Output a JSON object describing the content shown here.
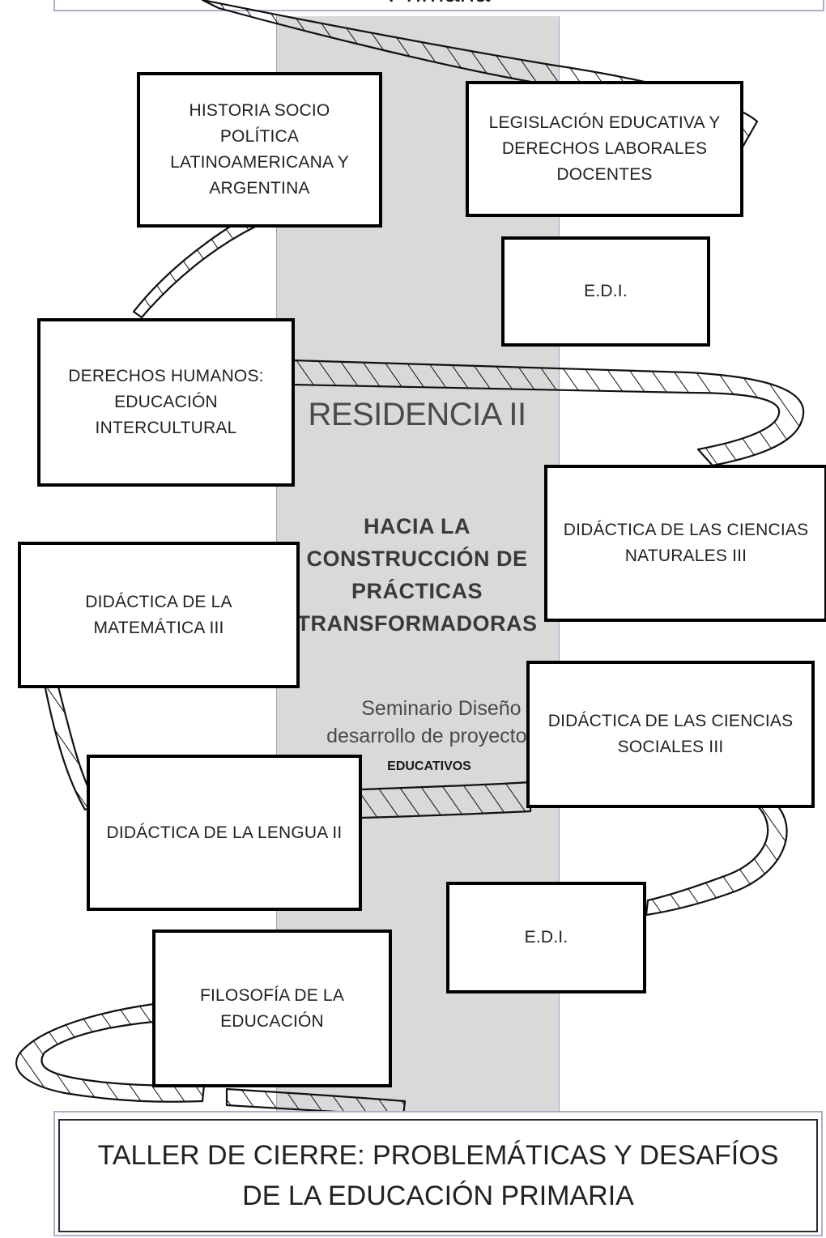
{
  "header": {
    "title": "Primaria"
  },
  "spiral_label": "RESIDENCIA II",
  "center": {
    "heading": "HACIA LA CONSTRUCCIÓN DE PRÁCTICAS TRANSFORMADORAS",
    "seminar_line": "Seminario Diseño y desarrollo de proyectos",
    "seminar_last": "EDUCATIVOS"
  },
  "boxes": {
    "historia": "HISTORIA SOCIO POLÍTICA LATINOAMERICANA Y ARGENTINA",
    "legislacion": "LEGISLACIÓN EDUCATIVA Y DERECHOS LABORALES DOCENTES",
    "edi_top": "E.D.I.",
    "derechos": "DERECHOS HUMANOS: EDUCACIÓN INTERCULTURAL",
    "naturales": "DIDÁCTICA DE LAS CIENCIAS NATURALES III",
    "matematica": "DIDÁCTICA DE LA MATEMÁTICA III",
    "sociales": "DIDÁCTICA DE LAS CIENCIAS SOCIALES III",
    "lengua": "DIDÁCTICA DE LA LENGUA II",
    "edi_bottom": "E.D.I.",
    "filosofia": "FILOSOFÍA DE LA EDUCACIÓN"
  },
  "footer": {
    "title": "TALLER DE CIERRE: PROBLEMÁTICAS Y DESAFÍOS DE LA EDUCACIÓN PRIMARIA"
  }
}
